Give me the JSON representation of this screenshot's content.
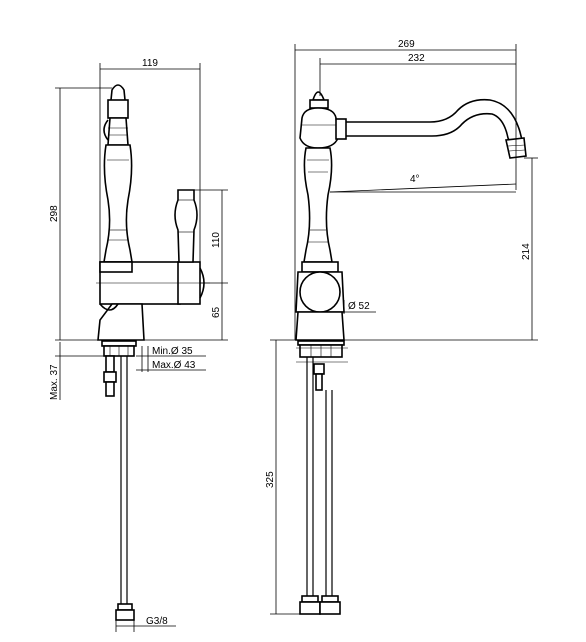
{
  "dimensions": {
    "side_width": "119",
    "side_height": "298",
    "lever_height": "110",
    "body_height": "65",
    "min_diameter": "Min.Ø 35",
    "max_diameter": "Max.Ø 43",
    "max_thickness": "Max. 37",
    "thread": "G3/8",
    "front_total_width": "269",
    "front_spout_reach": "232",
    "spout_angle": "4°",
    "front_height": "214",
    "body_diameter": "Ø 52",
    "hose_length": "325"
  }
}
